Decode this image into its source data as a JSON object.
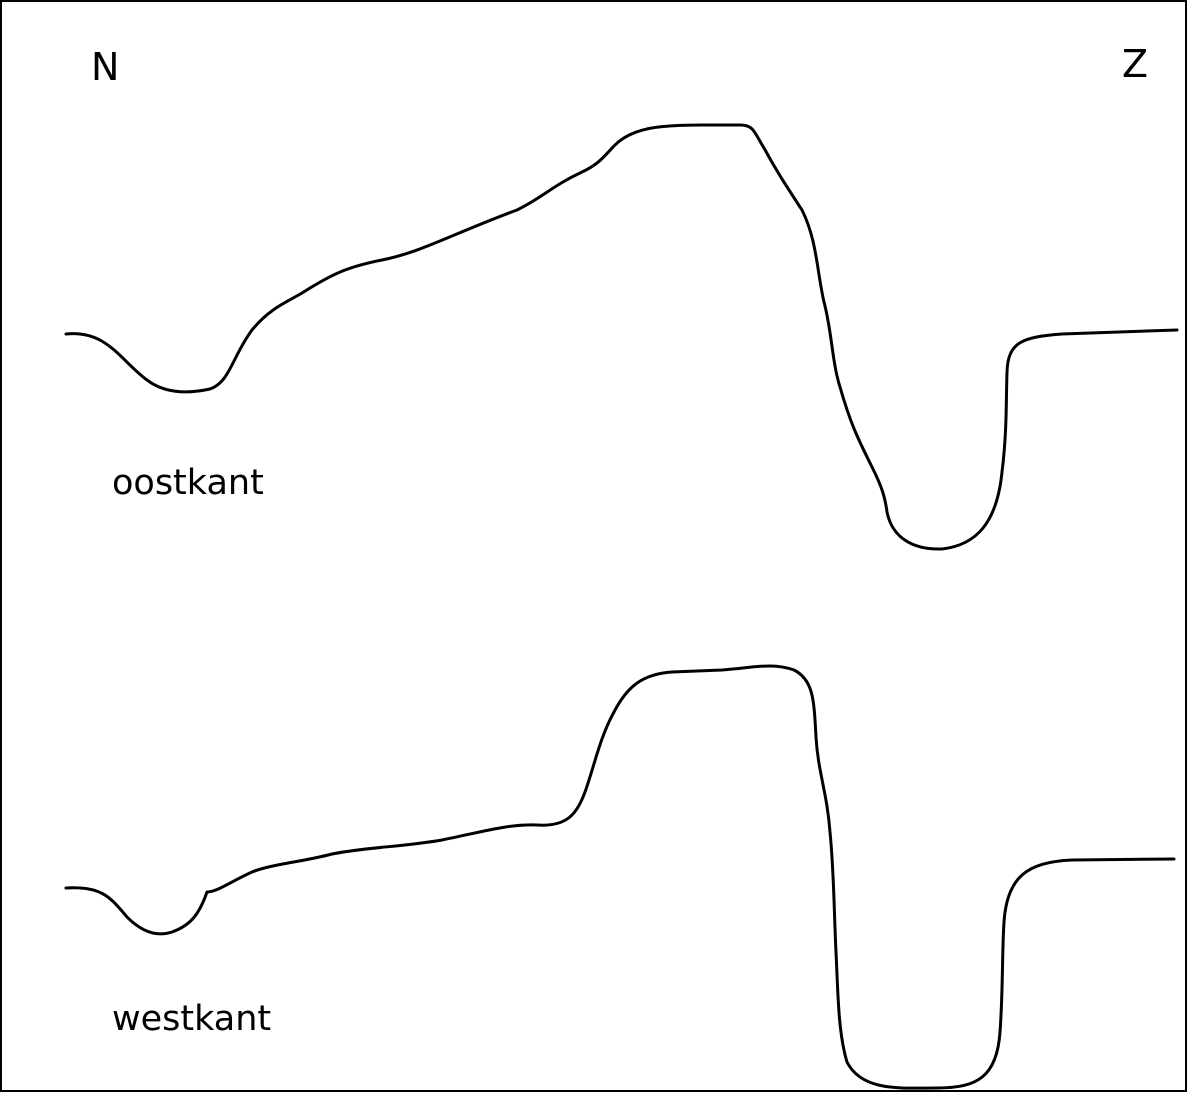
{
  "compass": {
    "north": "N",
    "south": "Z"
  },
  "profiles": [
    {
      "label": "oostkant"
    },
    {
      "label": "westkant"
    }
  ],
  "colors": {
    "line": "#000000",
    "text": "#000000",
    "background": "#ffffff"
  }
}
